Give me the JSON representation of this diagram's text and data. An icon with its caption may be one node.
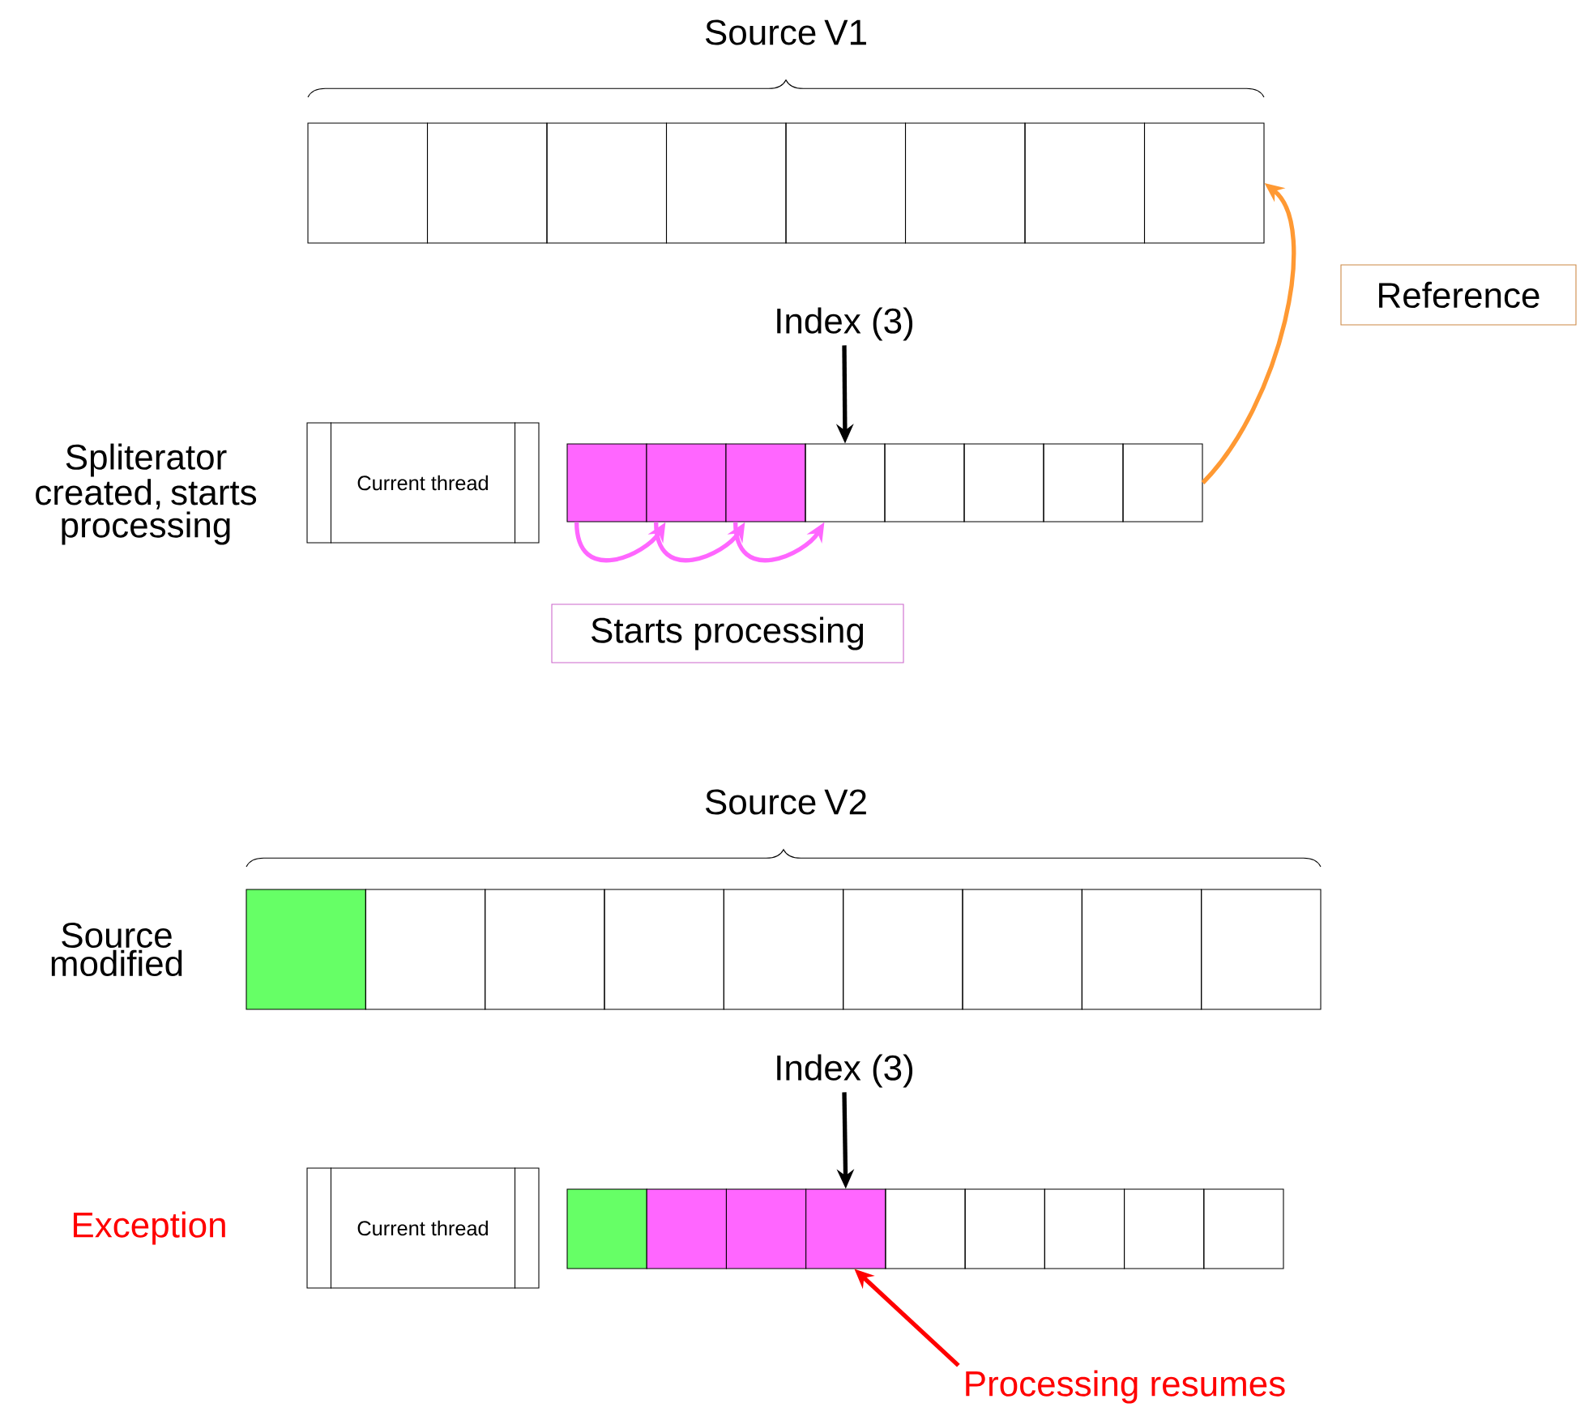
{
  "diagram": {
    "nodes": [
      {
        "text": [],
        "shape": "box"
      },
      {
        "text": [],
        "shape": "box"
      },
      {
        "text": [],
        "shape": "box"
      },
      {
        "text": [],
        "shape": "box"
      },
      {
        "text": [],
        "shape": "box"
      },
      {
        "text": [],
        "shape": "box"
      },
      {
        "text": [],
        "shape": "box"
      },
      {
        "text": [],
        "shape": "box"
      },
      {
        "text": [
          "Reference"
        ]
      },
      {
        "text": [
          "Index (3)"
        ]
      },
      {
        "text": [
          "Current thread"
        ]
      },
      {
        "text": [],
        "shape": "box"
      },
      {
        "text": [],
        "shape": "box"
      },
      {
        "text": [],
        "shape": "box"
      },
      {
        "text": [],
        "shape": "box"
      },
      {
        "text": [],
        "shape": "box"
      },
      {
        "text": [],
        "shape": "box"
      },
      {
        "text": [],
        "shape": "box"
      },
      {
        "text": [],
        "shape": "box"
      },
      {
        "text": [
          "Starts processing"
        ]
      },
      {
        "text": [],
        "shape": "box"
      },
      {
        "text": [],
        "shape": "box"
      },
      {
        "text": [],
        "shape": "box"
      },
      {
        "text": [],
        "shape": "box"
      },
      {
        "text": [],
        "shape": "box"
      },
      {
        "text": [],
        "shape": "box"
      },
      {
        "text": [],
        "shape": "box"
      },
      {
        "text": [],
        "shape": "box"
      },
      {
        "text": [],
        "shape": "box"
      },
      {
        "text": [
          "Index (3)"
        ]
      },
      {
        "text": [
          "Current thread"
        ]
      },
      {
        "text": [],
        "shape": "box"
      },
      {
        "text": [],
        "shape": "box"
      },
      {
        "text": [],
        "shape": "box"
      },
      {
        "text": [],
        "shape": "box"
      },
      {
        "text": [],
        "shape": "box"
      },
      {
        "text": [],
        "shape": "box"
      },
      {
        "text": [],
        "shape": "box"
      },
      {
        "text": [],
        "shape": "box"
      },
      {
        "text": [],
        "shape": "box"
      },
      {
        "text": [
          "Processing resumes"
        ]
      }
    ],
    "edges": [
      {
        "from": 9,
        "to": 14,
        "arrow": "to",
        "color": "#000000"
      },
      {
        "from": 18,
        "to": 7,
        "arrow": "to",
        "color": "#ff9933"
      },
      {
        "from": 11,
        "to": 12,
        "arrow": "to",
        "color": "#ff66ff"
      },
      {
        "from": 12,
        "to": 13,
        "arrow": "to",
        "color": "#ff66ff"
      },
      {
        "from": 13,
        "to": 14,
        "arrow": "to",
        "color": "#ff66ff"
      },
      {
        "from": 29,
        "to": 34,
        "arrow": "to",
        "color": "#000000"
      },
      {
        "from": 40,
        "to": 34,
        "arrow": "to",
        "color": "#ff0000"
      }
    ],
    "labels": [
      "Source V1",
      "Spliterator created, starts processing",
      "Source V2",
      "Source modified",
      "Exception"
    ]
  }
}
